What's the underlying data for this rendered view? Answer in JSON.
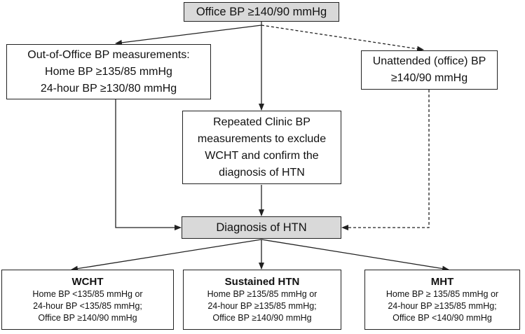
{
  "nodes": {
    "office_bp": {
      "lines": [
        "Office BP ≥140/90 mmHg"
      ]
    },
    "out_of_office": {
      "lines": [
        "Out-of-Office BP measurements:",
        "Home BP ≥135/85 mmHg",
        "24-hour BP ≥130/80 mmHg"
      ]
    },
    "unattended": {
      "lines": [
        "Unattended (office) BP",
        "≥140/90 mmHg"
      ]
    },
    "repeated_clinic": {
      "lines": [
        "Repeated Clinic BP",
        "measurements to exclude",
        "WCHT and confirm the",
        "diagnosis of HTN"
      ]
    },
    "diagnosis": {
      "lines": [
        "Diagnosis of HTN"
      ]
    },
    "wcht": {
      "title": "WCHT",
      "lines": [
        "Home BP <135/85 mmHg or",
        "24-hour BP <135/85 mmHg;",
        "Office BP ≥140/90 mmHg"
      ]
    },
    "sustained": {
      "title": "Sustained HTN",
      "lines": [
        "Home BP ≥135/85 mmHg or",
        "24-hour BP ≥135/85 mmHg;",
        "Office BP ≥140/90 mmHg"
      ]
    },
    "mht": {
      "title": "MHT",
      "lines": [
        "Home BP ≥ 135/85 mmHg or",
        "24-hour BP ≥135/85 mmHg;",
        "Office BP <140/90 mmHg"
      ]
    }
  },
  "colors": {
    "stroke": "#222222",
    "grey_fill": "#d9d9d9",
    "box_fill": "#ffffff"
  }
}
